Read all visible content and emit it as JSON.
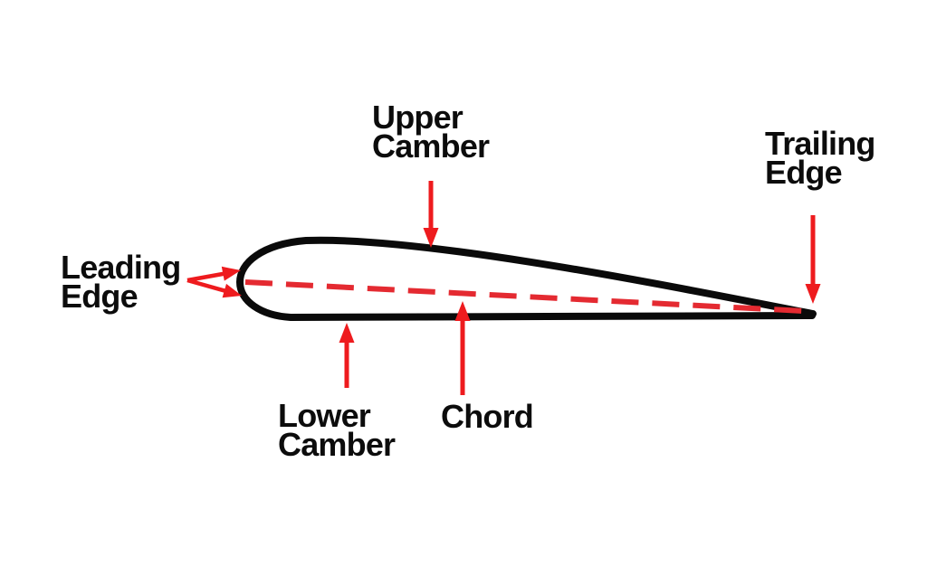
{
  "figure": {
    "description": "Airfoil cross-section diagram with labeled parts"
  },
  "labels": {
    "upper_camber": "Upper\nCamber",
    "trailing_edge": "Trailing\nEdge",
    "leading_edge": "Leading\nEdge",
    "lower_camber": "Lower\nCamber",
    "chord": "Chord"
  },
  "colors": {
    "background": "#ffffff",
    "outline": "#0a0a0a",
    "arrow": "#ee1b1e",
    "chord_line": "#e42a31",
    "label_text": "#0c0c0c"
  }
}
